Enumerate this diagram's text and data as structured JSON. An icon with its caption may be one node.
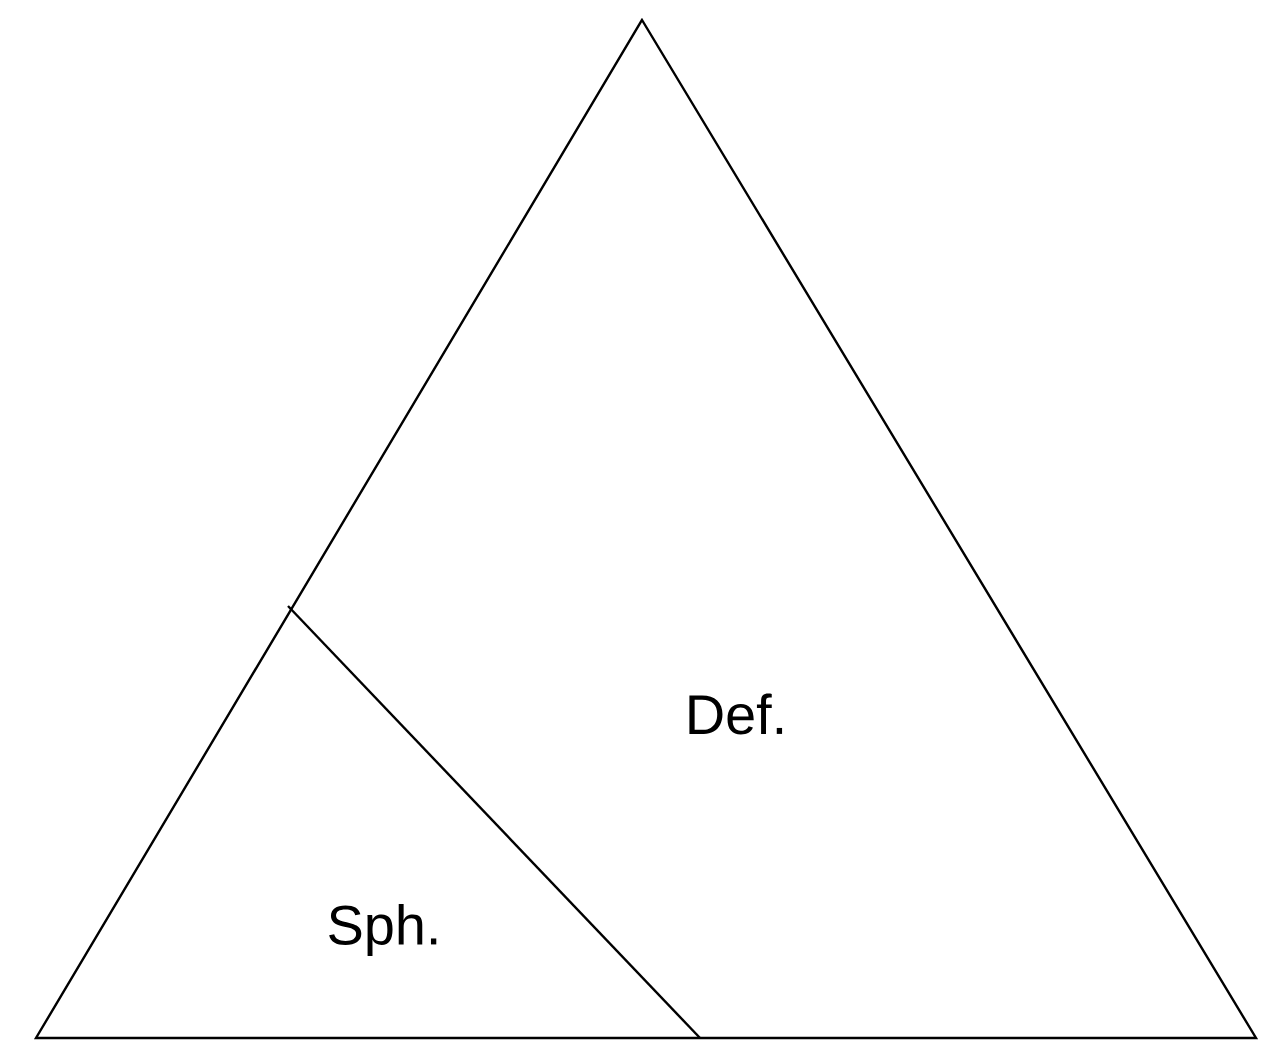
{
  "diagram": {
    "nodes": [
      {
        "text": [
          "Def."
        ]
      },
      {
        "text": [
          "Sph."
        ],
        "in": 0
      }
    ]
  }
}
